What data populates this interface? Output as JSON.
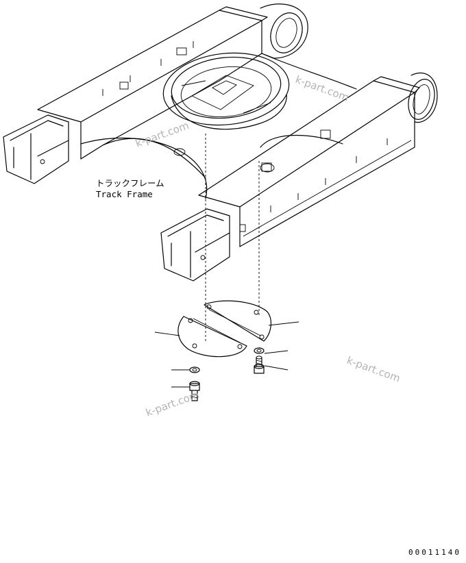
{
  "labels": {
    "component_jp": "トラックフレーム",
    "component_en": "Track Frame"
  },
  "watermarks": [
    "k-part.com",
    "k-part.com",
    "k-part.com",
    "k-part.com"
  ],
  "drawing_code": "00011140",
  "colors": {
    "line": "#000000",
    "watermark": "#b4b4b4",
    "background": "#ffffff"
  }
}
